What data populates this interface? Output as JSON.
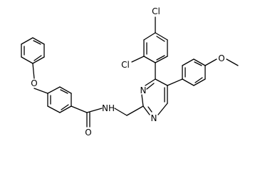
{
  "diagram": {
    "background": "#ffffff",
    "bond_color": "#000000",
    "atom_labels": {
      "oxygen_ether_top": "O",
      "oxygen_carbonyl": "O",
      "oxygen_methoxy": "O",
      "nitrogen_amide": "NH",
      "nitrogen_ring_upper": "N",
      "nitrogen_ring_lower": "N",
      "chlorine_top": "Cl",
      "chlorine_ortho": "Cl"
    }
  }
}
